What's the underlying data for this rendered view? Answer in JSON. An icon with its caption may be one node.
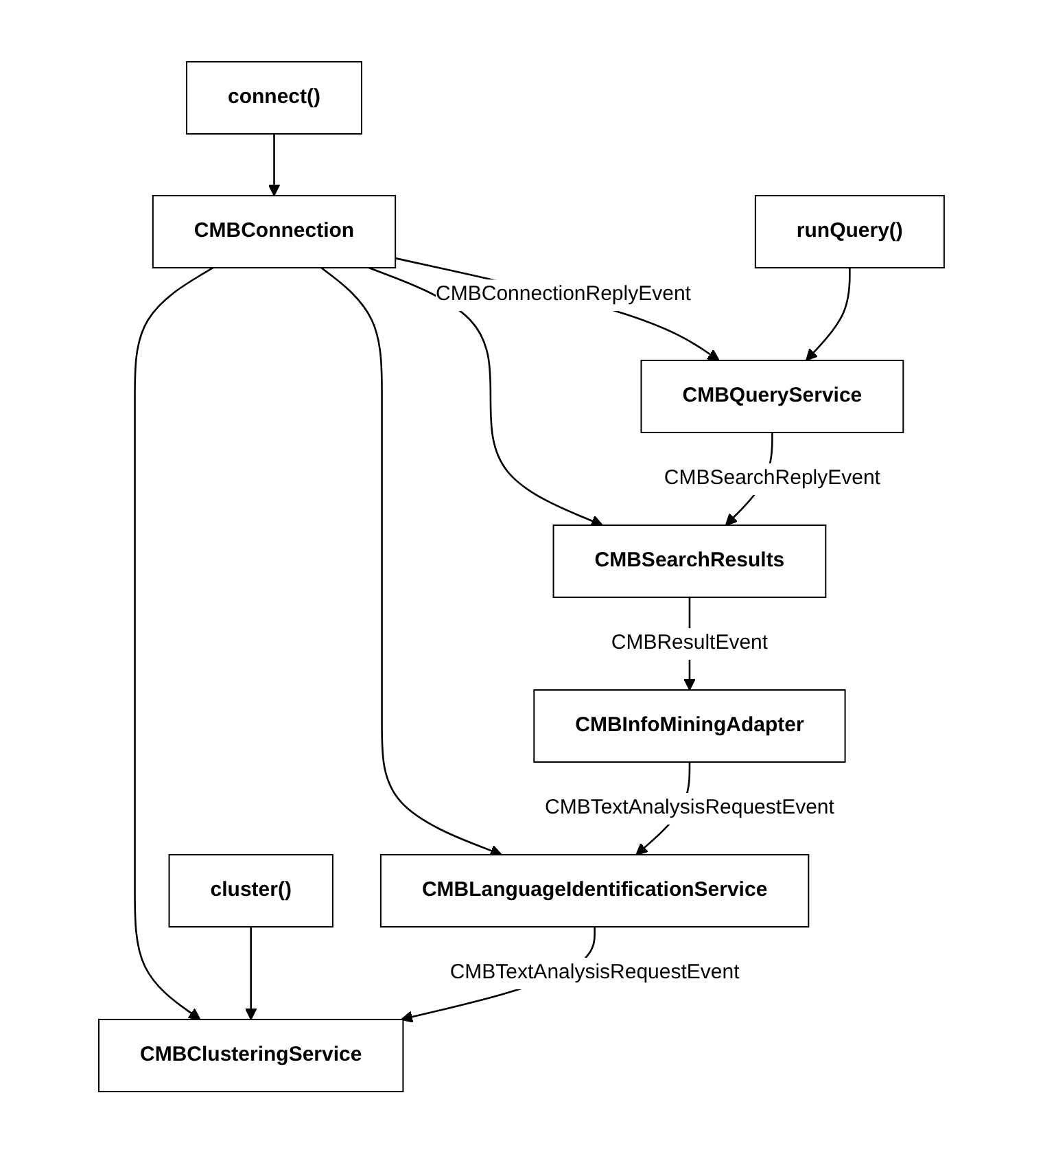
{
  "diagram": {
    "nodes": [
      {
        "text": [
          "connect()"
        ]
      },
      {
        "text": [
          "CMBConnection"
        ]
      },
      {
        "text": [
          "runQuery()"
        ]
      },
      {
        "text": [
          "CMBQueryService"
        ]
      },
      {
        "text": [
          "CMBSearchResults"
        ]
      },
      {
        "text": [
          "CMBInfoMiningAdapter"
        ]
      },
      {
        "text": [
          "CMBLanguageIdentificationService"
        ]
      },
      {
        "text": [
          "CMBClusteringService"
        ]
      },
      {
        "text": [
          "cluster()"
        ]
      }
    ],
    "edges": [
      {
        "from": 0,
        "to": 1,
        "arrow": "to"
      },
      {
        "from": 1,
        "to": 3,
        "arrow": "to",
        "label": "CMBConnectionReplyEvent"
      },
      {
        "from": 2,
        "to": 3,
        "arrow": "to"
      },
      {
        "from": 3,
        "to": 4,
        "arrow": "to",
        "label": "CMBSearchReplyEvent"
      },
      {
        "from": 1,
        "to": 4,
        "arrow": "to"
      },
      {
        "from": 4,
        "to": 5,
        "arrow": "to",
        "label": "CMBResultEvent"
      },
      {
        "from": 5,
        "to": 6,
        "arrow": "to",
        "label": "CMBTextAnalysisRequestEvent"
      },
      {
        "from": 1,
        "to": 6,
        "arrow": "to"
      },
      {
        "from": 6,
        "to": 7,
        "arrow": "to",
        "label": "CMBTextAnalysisRequestEvent"
      },
      {
        "from": 1,
        "to": 7,
        "arrow": "to"
      },
      {
        "from": 8,
        "to": 7,
        "arrow": "to"
      }
    ]
  }
}
